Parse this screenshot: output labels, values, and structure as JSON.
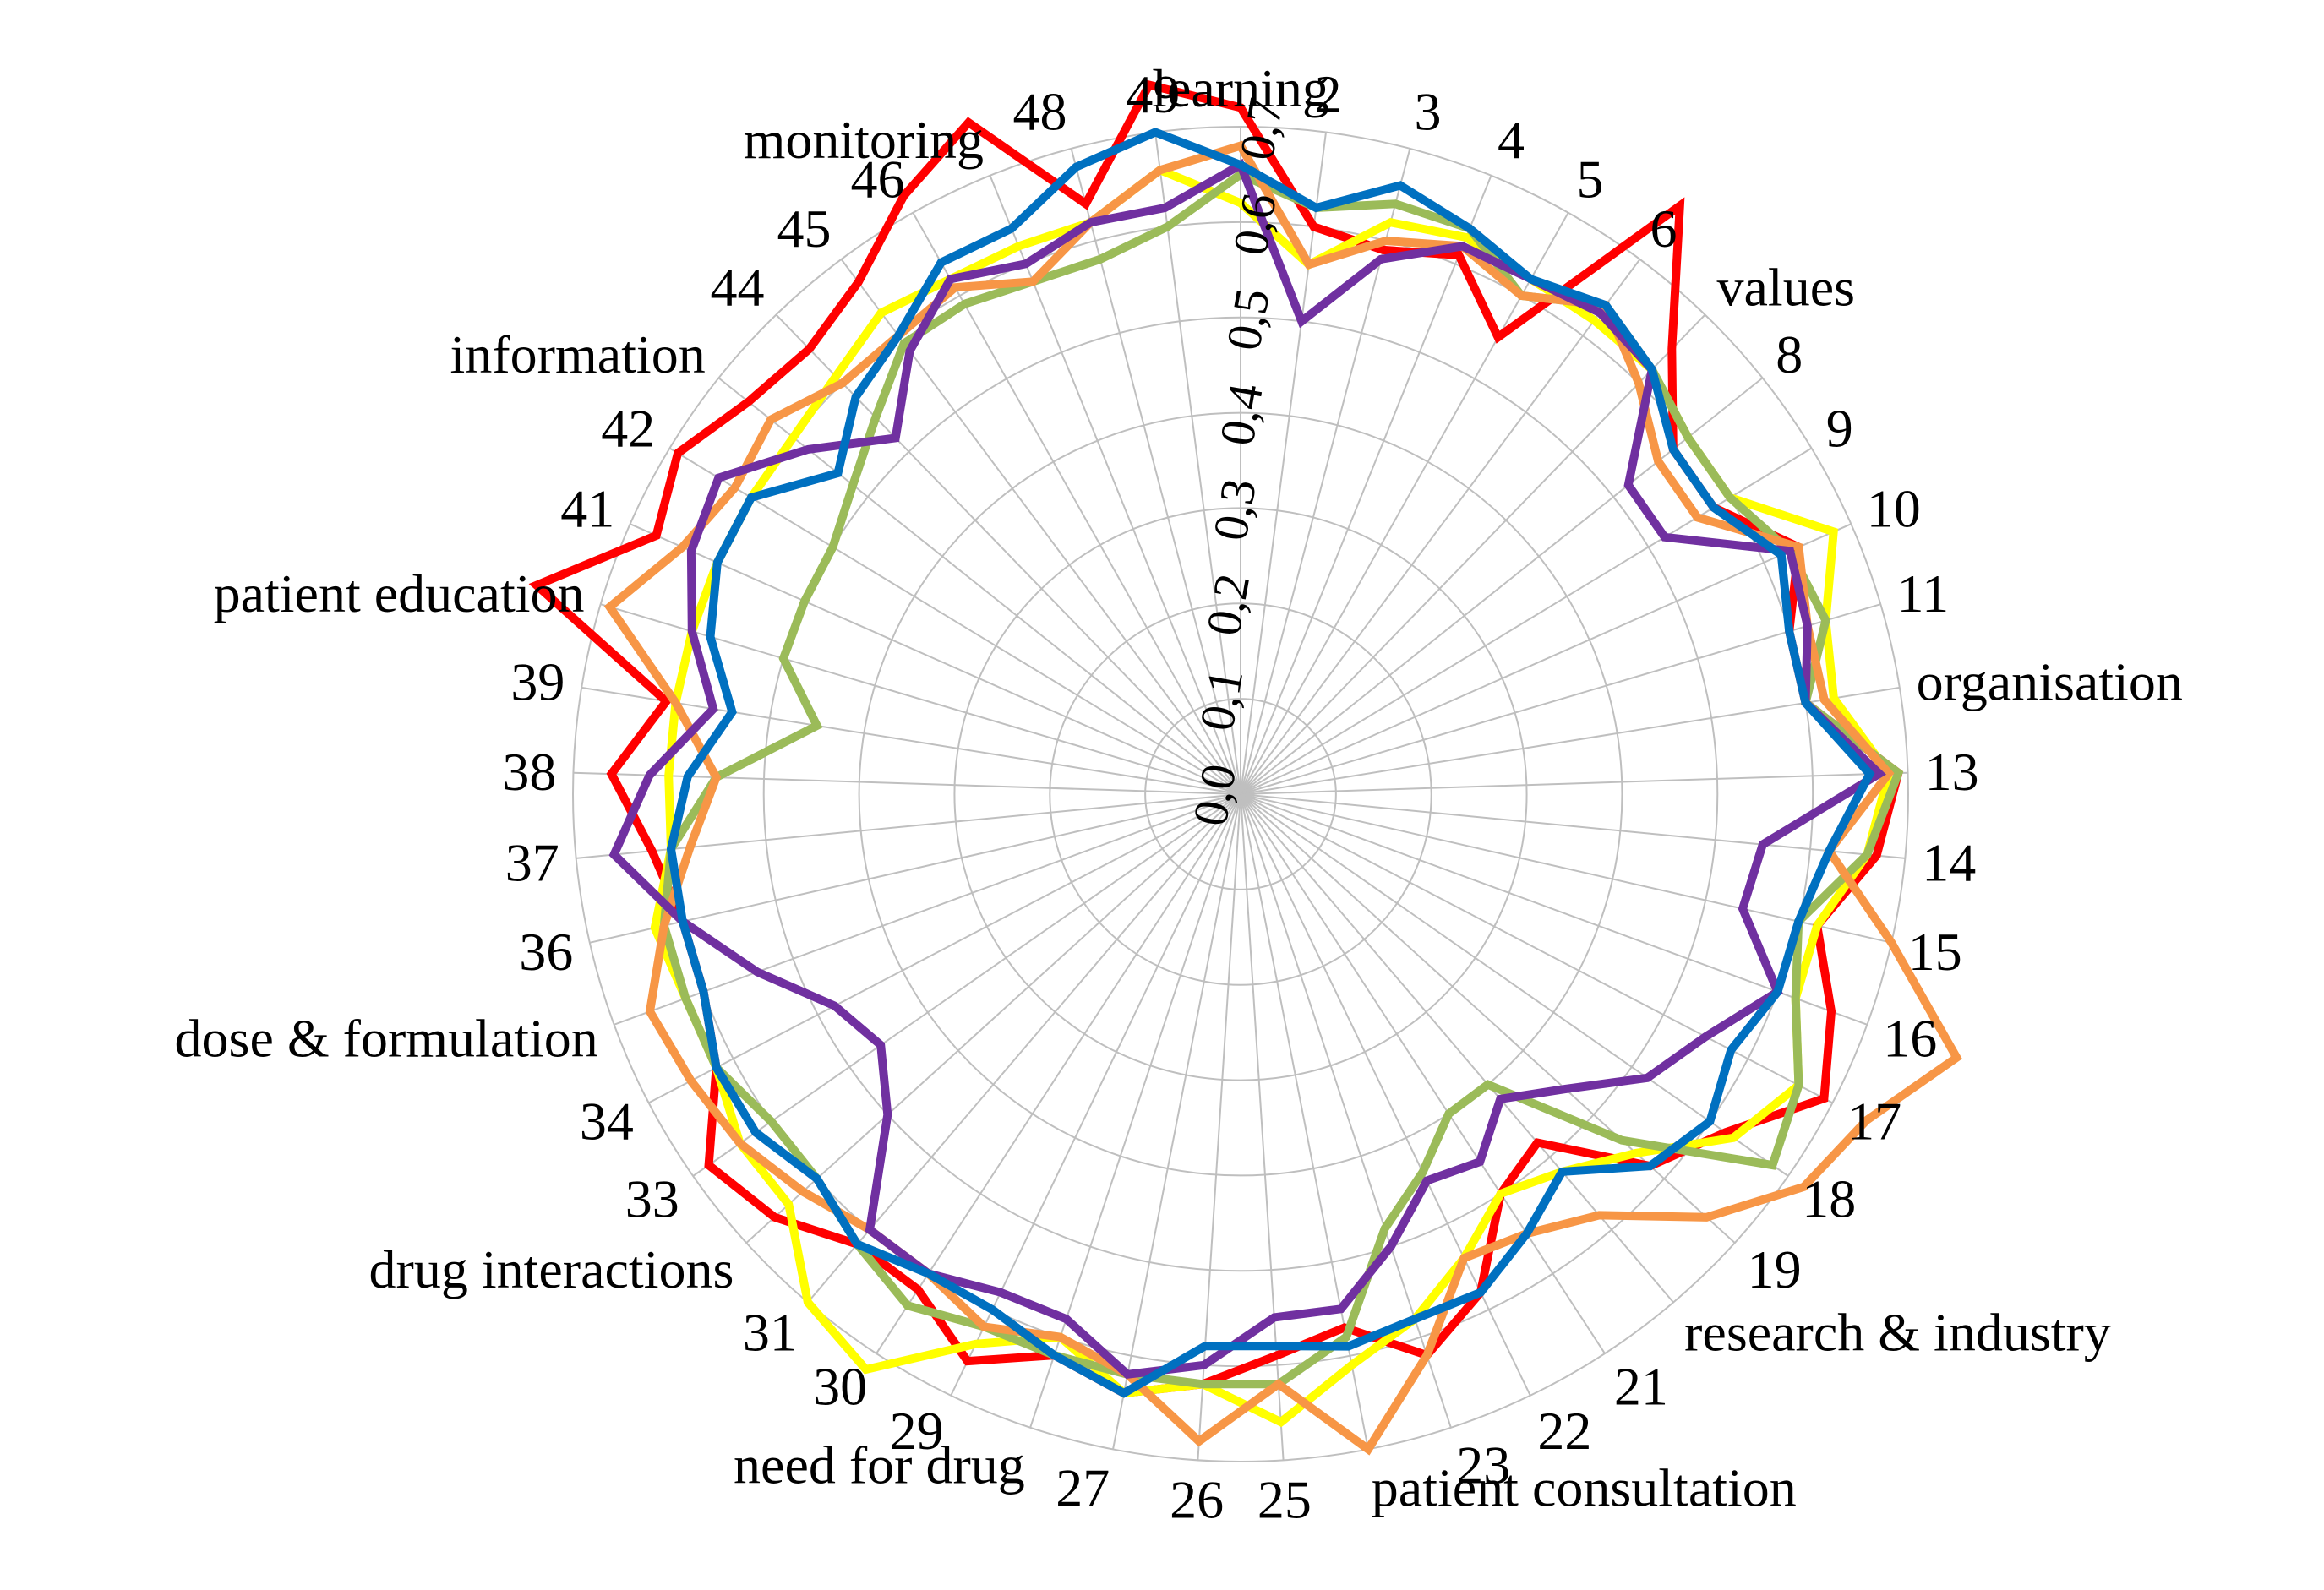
{
  "chart_data": {
    "type": "radar",
    "categories": [
      "learning",
      "2",
      "3",
      "4",
      "5",
      "6",
      "values",
      "8",
      "9",
      "10",
      "11",
      "organisation",
      "13",
      "14",
      "15",
      "16",
      "17",
      "18",
      "19",
      "research & industry",
      "21",
      "22",
      "23",
      "patient consultation",
      "25",
      "26",
      "27",
      "need for drug",
      "29",
      "30",
      "31",
      "drug interactions",
      "33",
      "34",
      "dose & formulation",
      "36",
      "37",
      "38",
      "39",
      "patient education",
      "41",
      "42",
      "information",
      "44",
      "45",
      "46",
      "monitoring",
      "48",
      "49"
    ],
    "radial_ticks": [
      "0,0",
      "0,1",
      "0,2",
      "0,3",
      "0,4",
      "0,5",
      "0,6",
      "0,7"
    ],
    "rlim": [
      0,
      0.7
    ],
    "grid": true,
    "series": [
      {
        "color": "#ff0000",
        "values": [
          0.72,
          0.6,
          0.59,
          0.61,
          0.55,
          0.77,
          0.65,
          0.58,
          0.58,
          0.64,
          0.6,
          0.6,
          0.69,
          0.67,
          0.62,
          0.66,
          0.69,
          0.62,
          0.58,
          0.48,
          0.5,
          0.58,
          0.62,
          0.57,
          0.59,
          0.62,
          0.64,
          0.62,
          0.66,
          0.62,
          0.62,
          0.66,
          0.68,
          0.62,
          0.6,
          0.6,
          0.62,
          0.66,
          0.61,
          0.77,
          0.67,
          0.69,
          0.66,
          0.65,
          0.67,
          0.72,
          0.76,
          0.64,
          0.75
        ]
      },
      {
        "color": "#ffff00",
        "values": [
          0.62,
          0.56,
          0.62,
          0.63,
          0.62,
          0.62,
          0.62,
          0.6,
          0.6,
          0.68,
          0.64,
          0.63,
          0.68,
          0.66,
          0.62,
          0.62,
          0.66,
          0.63,
          0.56,
          0.52,
          0.5,
          0.54,
          0.58,
          0.61,
          0.66,
          0.62,
          0.64,
          0.6,
          0.64,
          0.72,
          0.7,
          0.64,
          0.64,
          0.62,
          0.62,
          0.63,
          0.6,
          0.6,
          0.6,
          0.6,
          0.6,
          0.6,
          0.6,
          0.61,
          0.63,
          0.62,
          0.62,
          0.62,
          0.66
        ]
      },
      {
        "color": "#9bbb59",
        "values": [
          0.65,
          0.62,
          0.64,
          0.64,
          0.6,
          0.64,
          0.62,
          0.6,
          0.6,
          0.63,
          0.64,
          0.6,
          0.69,
          0.66,
          0.6,
          0.62,
          0.66,
          0.68,
          0.54,
          0.4,
          0.4,
          0.44,
          0.48,
          0.58,
          0.62,
          0.62,
          0.62,
          0.62,
          0.62,
          0.64,
          0.62,
          0.6,
          0.6,
          0.62,
          0.62,
          0.62,
          0.6,
          0.55,
          0.45,
          0.5,
          0.5,
          0.5,
          0.52,
          0.55,
          0.59,
          0.59,
          0.58,
          0.58,
          0.6
        ]
      },
      {
        "color": "#f79646",
        "values": [
          0.68,
          0.56,
          0.6,
          0.62,
          0.6,
          0.64,
          0.6,
          0.56,
          0.56,
          0.64,
          0.62,
          0.62,
          0.68,
          0.62,
          0.7,
          0.8,
          0.74,
          0.72,
          0.66,
          0.58,
          0.55,
          0.54,
          0.62,
          0.7,
          0.62,
          0.68,
          0.62,
          0.6,
          0.62,
          0.6,
          0.6,
          0.62,
          0.64,
          0.65,
          0.66,
          0.62,
          0.58,
          0.55,
          0.6,
          0.69,
          0.64,
          0.62,
          0.63,
          0.6,
          0.6,
          0.61,
          0.58,
          0.62,
          0.66
        ]
      },
      {
        "color": "#7030a0",
        "values": [
          0.66,
          0.5,
          0.58,
          0.62,
          0.62,
          0.63,
          0.62,
          0.52,
          0.52,
          0.63,
          0.62,
          0.6,
          0.67,
          0.55,
          0.54,
          0.6,
          0.55,
          0.52,
          0.46,
          0.42,
          0.46,
          0.45,
          0.5,
          0.55,
          0.55,
          0.6,
          0.62,
          0.58,
          0.58,
          0.6,
          0.6,
          0.5,
          0.46,
          0.48,
          0.54,
          0.6,
          0.66,
          0.62,
          0.56,
          0.6,
          0.63,
          0.64,
          0.58,
          0.52,
          0.58,
          0.62,
          0.6,
          0.62,
          0.62
        ]
      },
      {
        "color": "#0070c0",
        "values": [
          0.66,
          0.62,
          0.66,
          0.64,
          0.62,
          0.64,
          0.62,
          0.58,
          0.58,
          0.62,
          0.6,
          0.6,
          0.66,
          0.62,
          0.6,
          0.6,
          0.58,
          0.6,
          0.58,
          0.52,
          0.55,
          0.58,
          0.58,
          0.59,
          0.58,
          0.58,
          0.64,
          0.62,
          0.6,
          0.6,
          0.62,
          0.6,
          0.62,
          0.62,
          0.6,
          0.6,
          0.6,
          0.58,
          0.54,
          0.58,
          0.6,
          0.6,
          0.54,
          0.58,
          0.6,
          0.64,
          0.64,
          0.68,
          0.7
        ]
      }
    ]
  }
}
